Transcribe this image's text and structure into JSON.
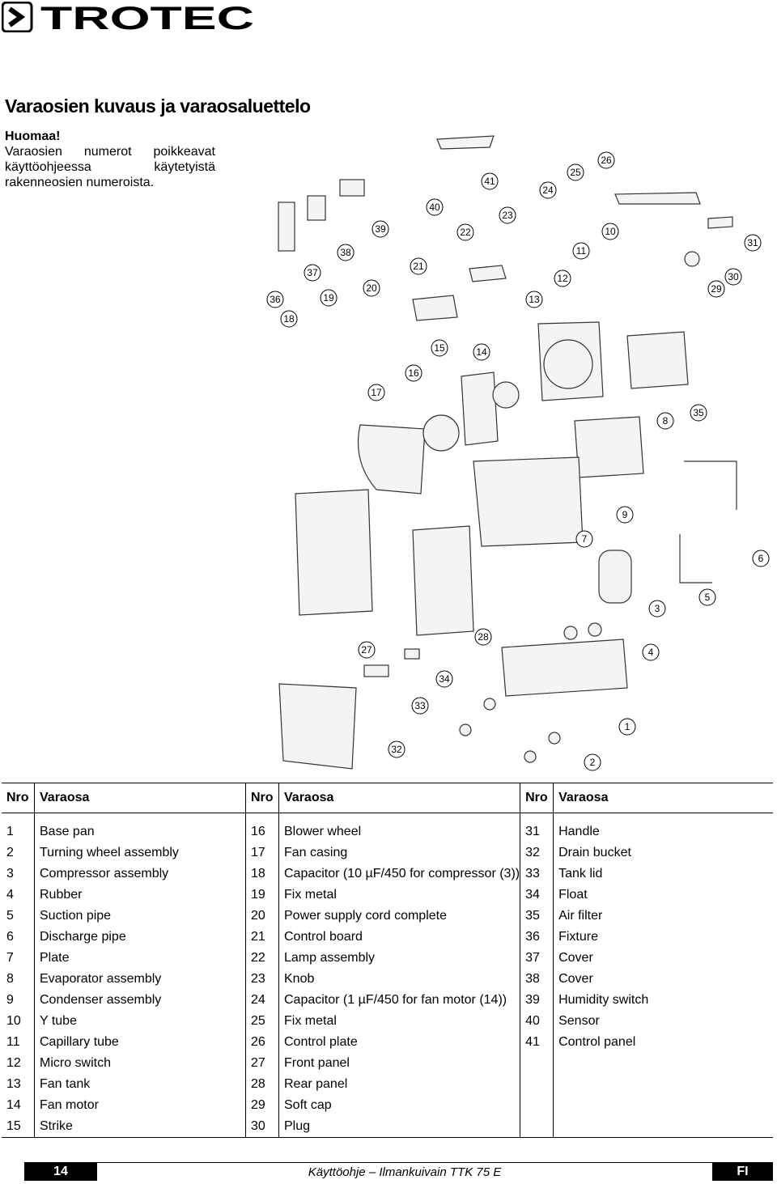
{
  "brand": "TROTEC",
  "section_title": "Varaosien kuvaus ja varaosaluettelo",
  "note": {
    "lead": "Huomaa!",
    "body": "Varaosien numerot poikkeavat käyttö­ohjeessa käytetyistä rakenneosien numeroista."
  },
  "diagram": {
    "callouts": [
      "1",
      "2",
      "3",
      "4",
      "5",
      "6",
      "7",
      "8",
      "9",
      "10",
      "11",
      "12",
      "13",
      "14",
      "15",
      "16",
      "17",
      "18",
      "19",
      "20",
      "21",
      "22",
      "23",
      "24",
      "25",
      "26",
      "27",
      "28",
      "29",
      "30",
      "31",
      "32",
      "33",
      "34",
      "35",
      "36",
      "37",
      "38",
      "39",
      "40",
      "41"
    ]
  },
  "table": {
    "headers": [
      "Nro",
      "Varaosa",
      "Nro",
      "Varaosa",
      "Nro",
      "Varaosa"
    ],
    "rows": [
      [
        "1",
        "Base pan",
        "16",
        "Blower wheel",
        "31",
        "Handle"
      ],
      [
        "2",
        "Turning wheel assembly",
        "17",
        "Fan casing",
        "32",
        "Drain bucket"
      ],
      [
        "3",
        "Compressor assembly",
        "18",
        "Capacitor (10 µF/450 for compressor (3))",
        "33",
        "Tank lid"
      ],
      [
        "4",
        "Rubber",
        "19",
        "Fix metal",
        "34",
        "Float"
      ],
      [
        "5",
        "Suction pipe",
        "20",
        "Power supply cord complete",
        "35",
        "Air filter"
      ],
      [
        "6",
        "Discharge pipe",
        "21",
        "Control board",
        "36",
        "Fixture"
      ],
      [
        "7",
        "Plate",
        "22",
        "Lamp assembly",
        "37",
        "Cover"
      ],
      [
        "8",
        "Evaporator assembly",
        "23",
        "Knob",
        "38",
        "Cover"
      ],
      [
        "9",
        "Condenser assembly",
        "24",
        "Capacitor (1 µF/450 for fan motor (14))",
        "39",
        "Humidity switch"
      ],
      [
        "10",
        "Y tube",
        "25",
        "Fix metal",
        "40",
        "Sensor"
      ],
      [
        "11",
        "Capillary tube",
        "26",
        "Control plate",
        "41",
        "Control panel"
      ],
      [
        "12",
        "Micro switch",
        "27",
        "Front panel",
        "",
        ""
      ],
      [
        "13",
        "Fan tank",
        "28",
        "Rear panel",
        "",
        ""
      ],
      [
        "14",
        "Fan motor",
        "29",
        "Soft cap",
        "",
        ""
      ],
      [
        "15",
        "Strike",
        "30",
        "Plug",
        "",
        ""
      ]
    ]
  },
  "footer": {
    "page": "14",
    "doc": "Käyttöohje – Ilmankuivain TTK 75 E",
    "lang": "FI"
  }
}
